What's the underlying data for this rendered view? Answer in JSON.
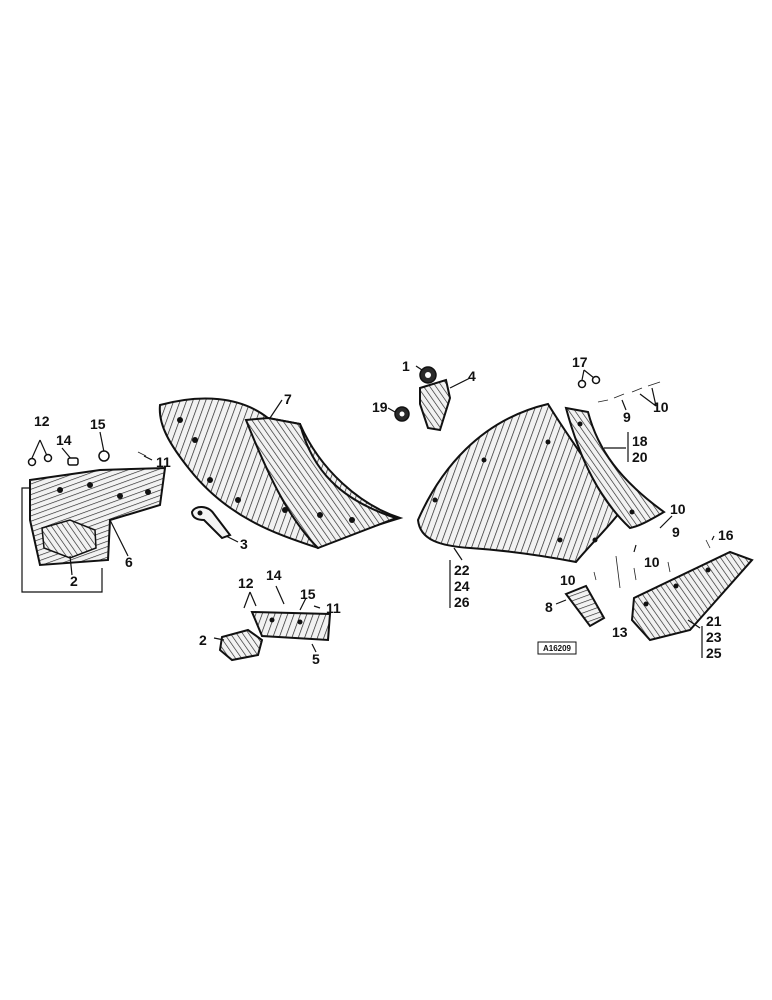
{
  "callouts": {
    "c1": "1",
    "c2a": "2",
    "c2b": "2",
    "c3": "3",
    "c4": "4",
    "c5": "5",
    "c6": "6",
    "c7": "7",
    "c8": "8",
    "c9a": "9",
    "c9b": "9",
    "c10a": "10",
    "c10b": "10",
    "c10c": "10",
    "c10d": "10",
    "c11a": "11",
    "c11b": "11",
    "c12a": "12",
    "c12b": "12",
    "c13": "13",
    "c14a": "14",
    "c14b": "14",
    "c15a": "15",
    "c15b": "15",
    "c16": "16",
    "c17": "17",
    "c19": "19"
  },
  "callout_stacks": {
    "s18_20": [
      "18",
      "20"
    ],
    "s22_24_26": [
      "22",
      "24",
      "26"
    ],
    "s21_23_25": [
      "21",
      "23",
      "25"
    ]
  },
  "stamp_code": "A16209"
}
